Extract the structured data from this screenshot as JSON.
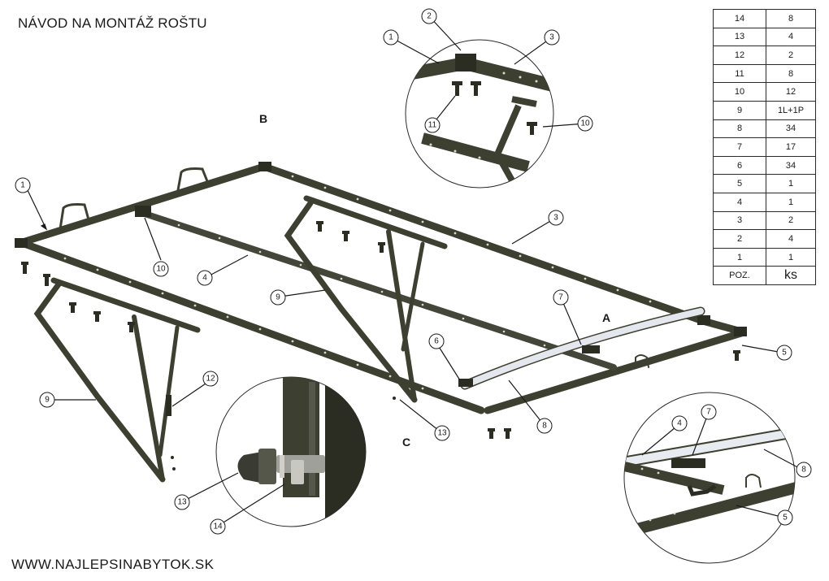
{
  "title": "NÁVOD NA MONTÁŽ ROŠTU",
  "footer": "WWW.NAJLEPSINABYTOK.SK",
  "colors": {
    "steel": "#3d3f30",
    "steel_dark": "#2b2d22",
    "slat": "#e4e8ee",
    "leader": "#1a1a1a"
  },
  "detail_labels": {
    "a": "A",
    "b": "B",
    "c": "C"
  },
  "callouts": {
    "main": {
      "p1": "1",
      "p10": "10",
      "p4": "4",
      "p3": "3",
      "p9a": "9",
      "p9b": "9",
      "p12": "12",
      "p6": "6",
      "p7": "7",
      "p5": "5",
      "p8": "8",
      "p13": "13"
    },
    "detail_b": {
      "p1": "1",
      "p2": "2",
      "p3": "3",
      "p11": "11",
      "p10": "10"
    },
    "detail_c": {
      "p13": "13",
      "p14": "14"
    },
    "detail_a": {
      "p4": "4",
      "p7": "7",
      "p8": "8",
      "p5": "5"
    }
  },
  "bom": {
    "header": {
      "pos": "POZ.",
      "qty": "ks"
    },
    "rows": [
      {
        "pos": "14",
        "qty": "8"
      },
      {
        "pos": "13",
        "qty": "4"
      },
      {
        "pos": "12",
        "qty": "2"
      },
      {
        "pos": "11",
        "qty": "8"
      },
      {
        "pos": "10",
        "qty": "12"
      },
      {
        "pos": "9",
        "qty": "1L+1P"
      },
      {
        "pos": "8",
        "qty": "34"
      },
      {
        "pos": "7",
        "qty": "17"
      },
      {
        "pos": "6",
        "qty": "34"
      },
      {
        "pos": "5",
        "qty": "1"
      },
      {
        "pos": "4",
        "qty": "1"
      },
      {
        "pos": "3",
        "qty": "2"
      },
      {
        "pos": "2",
        "qty": "4"
      },
      {
        "pos": "1",
        "qty": "1"
      }
    ]
  }
}
